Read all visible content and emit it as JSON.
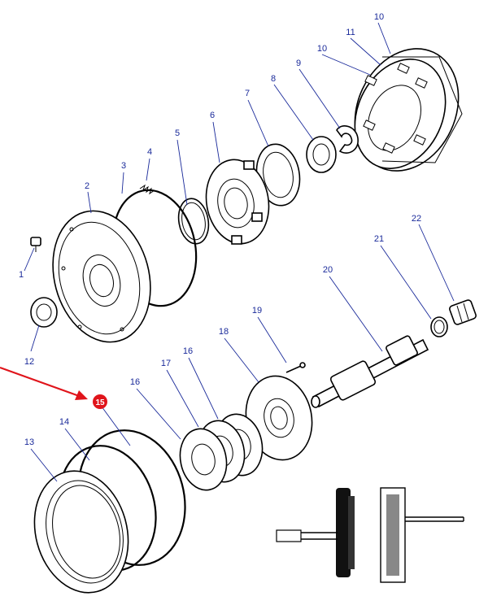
{
  "callouts": [
    {
      "id": "c1",
      "text": "1"
    },
    {
      "id": "c2",
      "text": "2"
    },
    {
      "id": "c3",
      "text": "3"
    },
    {
      "id": "c4",
      "text": "4"
    },
    {
      "id": "c5",
      "text": "5"
    },
    {
      "id": "c6",
      "text": "6"
    },
    {
      "id": "c7",
      "text": "7"
    },
    {
      "id": "c8",
      "text": "8"
    },
    {
      "id": "c9",
      "text": "9"
    },
    {
      "id": "c10a",
      "text": "10"
    },
    {
      "id": "c10b",
      "text": "10"
    },
    {
      "id": "c11",
      "text": "11"
    },
    {
      "id": "c12",
      "text": "12"
    },
    {
      "id": "c13",
      "text": "13"
    },
    {
      "id": "c14",
      "text": "14"
    },
    {
      "id": "c16a",
      "text": "16"
    },
    {
      "id": "c16b",
      "text": "16"
    },
    {
      "id": "c17",
      "text": "17"
    },
    {
      "id": "c18",
      "text": "18"
    },
    {
      "id": "c19",
      "text": "19"
    },
    {
      "id": "c20",
      "text": "20"
    },
    {
      "id": "c21",
      "text": "21"
    },
    {
      "id": "c22",
      "text": "22"
    }
  ],
  "highlight": {
    "text": "15",
    "color": "#e0141b"
  },
  "colors": {
    "callout": "#1a2a9a",
    "arrow": "#e0141b",
    "line": "#000000"
  }
}
